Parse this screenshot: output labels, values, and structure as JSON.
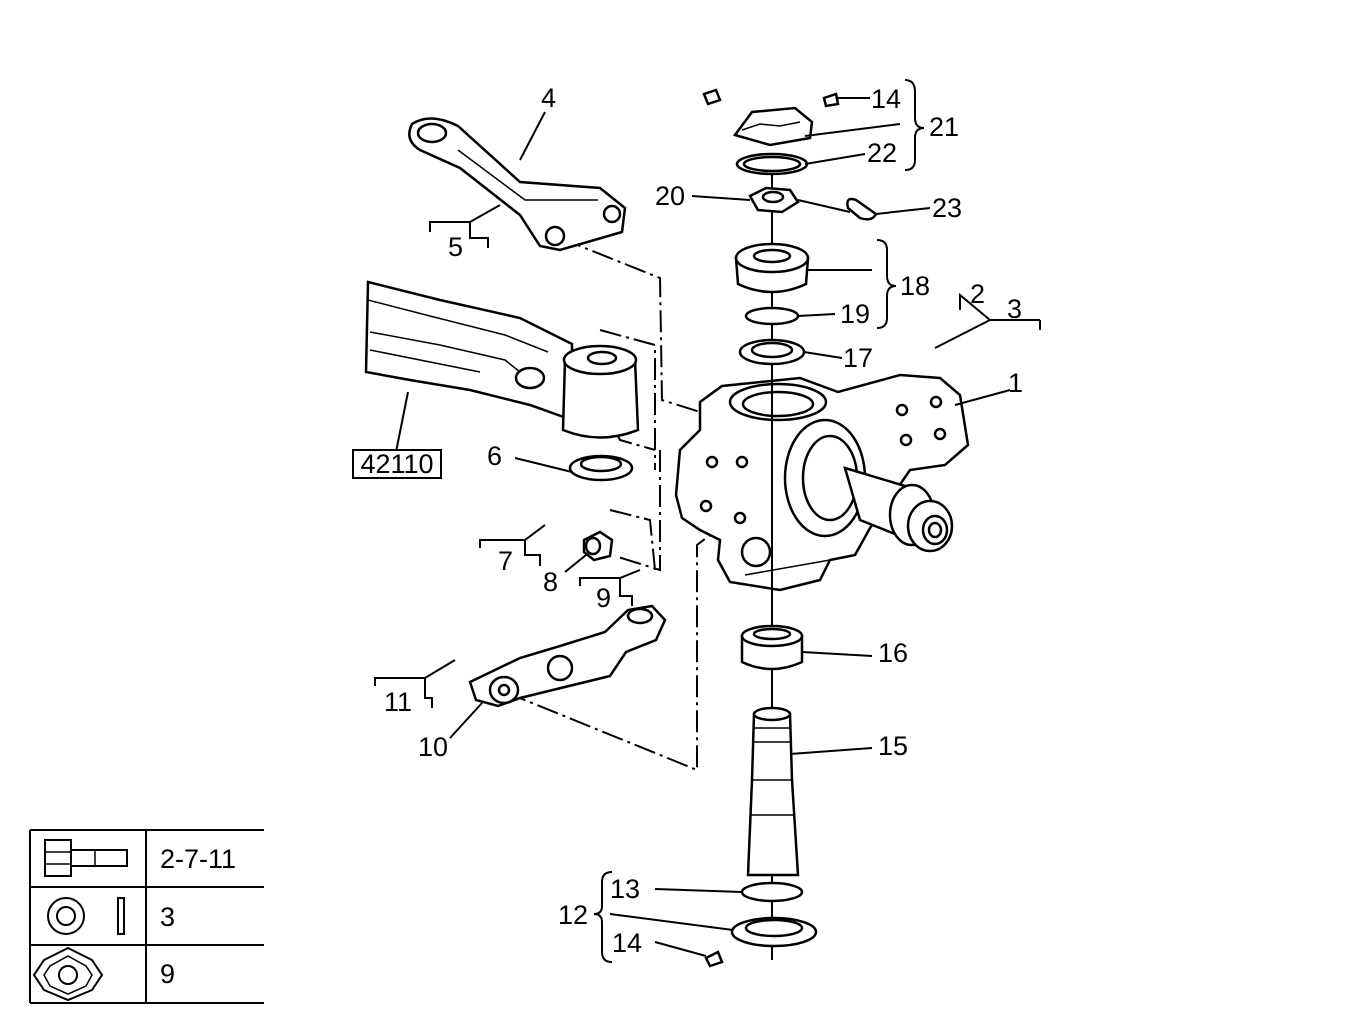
{
  "diagram": {
    "reference_box": "42110",
    "callouts": {
      "c1": "1",
      "c2": "2",
      "c3": "3",
      "c4": "4",
      "c5": "5",
      "c6": "6",
      "c7": "7",
      "c8": "8",
      "c9": "9",
      "c10": "10",
      "c11": "11",
      "c12": "12",
      "c13": "13",
      "c14_top": "14",
      "c14_bottom": "14",
      "c15": "15",
      "c16": "16",
      "c17": "17",
      "c18": "18",
      "c19": "19",
      "c20": "20",
      "c21": "21",
      "c22": "22",
      "c23": "23"
    }
  },
  "legend": {
    "rows": [
      {
        "icon": "bolt-icon",
        "label": "2-7-11"
      },
      {
        "icon": "washer-icon",
        "label": "3"
      },
      {
        "icon": "hex-nut-icon",
        "label": "9"
      }
    ]
  }
}
